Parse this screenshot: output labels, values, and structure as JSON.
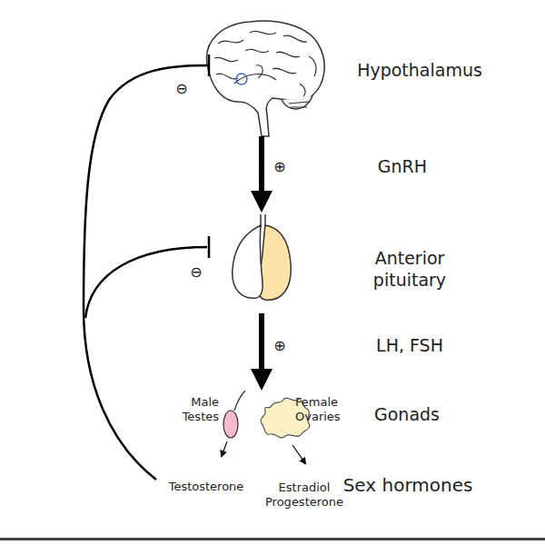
{
  "diagram": {
    "labels": [
      "Hypothalamus",
      "⊖",
      "⊕",
      "GnRH",
      "⊖",
      "Anterior pituitary",
      "⊕",
      "LH, FSH",
      "Male Testes",
      "Female Ovaries",
      "Gonads",
      "Testosterone",
      "Estradiol Progesterone",
      "Sex hormones"
    ]
  }
}
